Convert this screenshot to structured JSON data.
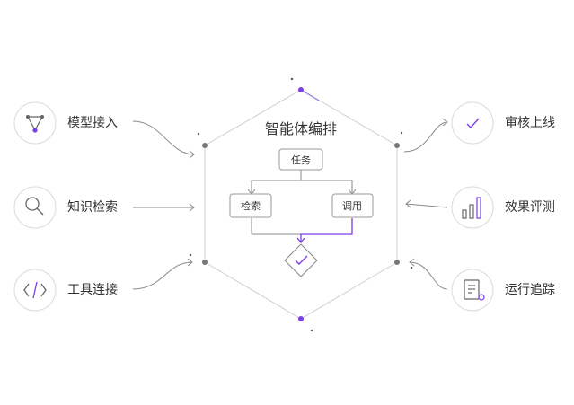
{
  "title": "智能体编排",
  "left_items": [
    {
      "label": "模型接入",
      "icon": "triangle-network-icon"
    },
    {
      "label": "知识检索",
      "icon": "search-icon"
    },
    {
      "label": "工具连接",
      "icon": "code-icon"
    }
  ],
  "right_items": [
    {
      "label": "审核上线",
      "icon": "check-icon"
    },
    {
      "label": "效果评测",
      "icon": "bar-chart-icon"
    },
    {
      "label": "运行追踪",
      "icon": "document-icon"
    }
  ],
  "flow": {
    "task": "任务",
    "retrieve": "检索",
    "invoke": "调用"
  },
  "colors": {
    "accent": "#7B3FE4",
    "line": "#8A8A8A",
    "border": "#CFCFCF",
    "text": "#333333"
  }
}
